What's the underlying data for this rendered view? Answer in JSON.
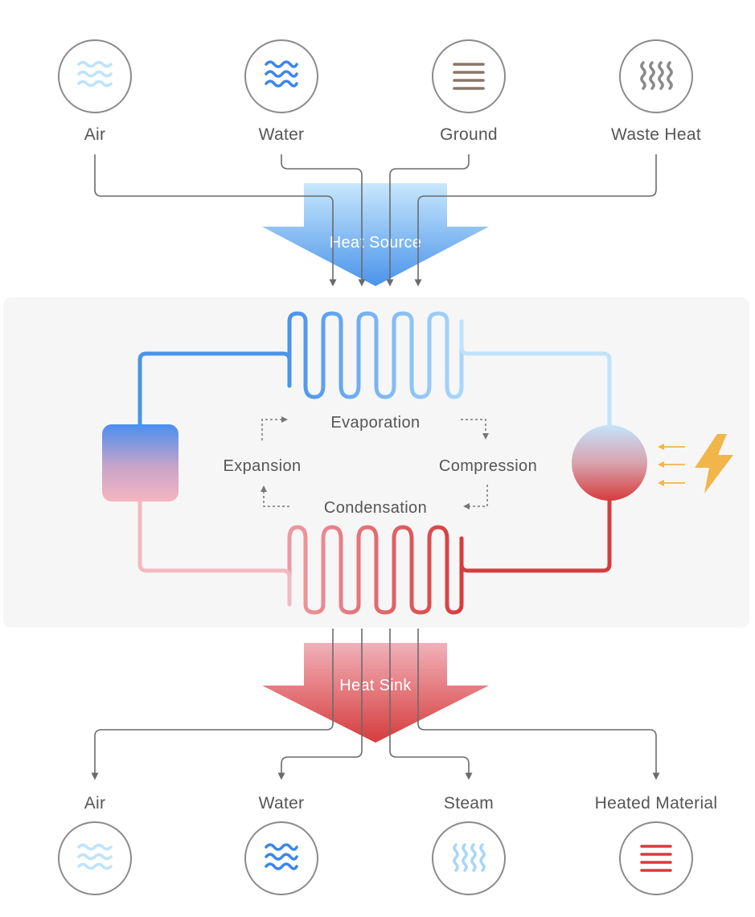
{
  "sources": [
    {
      "id": "air",
      "label": "Air",
      "icon": "air-waves-icon"
    },
    {
      "id": "water",
      "label": "Water",
      "icon": "water-waves-icon"
    },
    {
      "id": "ground",
      "label": "Ground",
      "icon": "ground-layers-icon"
    },
    {
      "id": "waste-heat",
      "label": "Waste Heat",
      "icon": "waste-heat-icon"
    }
  ],
  "heat_source_label": "Heat Source",
  "cycle": {
    "evaporation": "Evaporation",
    "compression": "Compression",
    "condensation": "Condensation",
    "expansion": "Expansion"
  },
  "heat_sink_label": "Heat Sink",
  "sinks": [
    {
      "id": "air",
      "label": "Air",
      "icon": "air-waves-icon"
    },
    {
      "id": "water",
      "label": "Water",
      "icon": "water-waves-icon"
    },
    {
      "id": "steam",
      "label": "Steam",
      "icon": "steam-icon"
    },
    {
      "id": "heated-material",
      "label": "Heated Material",
      "icon": "heated-material-icon"
    }
  ],
  "icons": {
    "power": "lightning-bolt-icon",
    "compressor": "compressor-icon",
    "expansion_valve": "expansion-valve-icon"
  },
  "colors": {
    "cold_blue": "#4a94ea",
    "light_blue": "#bfe3fb",
    "hot_red": "#d63c3c",
    "light_pink": "#f3b9c2",
    "energy_orange": "#f2b54a",
    "ground_brown": "#8a7568",
    "line_gray": "#6b6b6b",
    "panel_bg": "#f6f6f6"
  }
}
